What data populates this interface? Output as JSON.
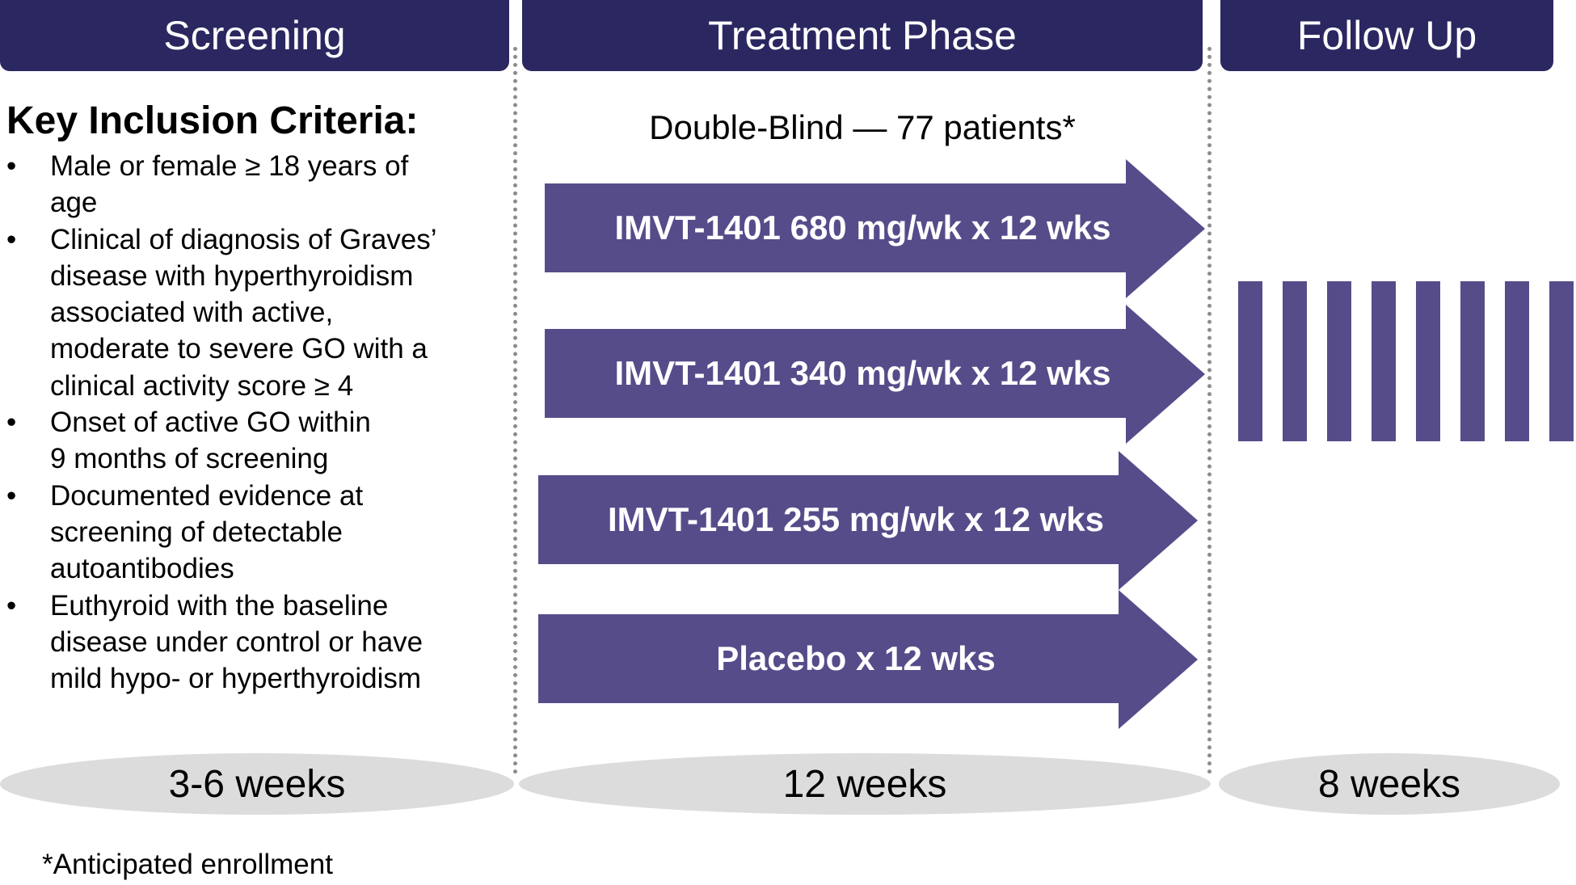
{
  "phases": {
    "screening": "Screening",
    "treatment": "Treatment Phase",
    "follow_up": "Follow Up"
  },
  "criteria": {
    "title": "Key Inclusion Criteria:",
    "bullet": "•",
    "items": [
      [
        "Male or female ≥ 18 years of",
        "age"
      ],
      [
        "Clinical of diagnosis of Graves’",
        "disease with hyperthyroidism",
        "associated with active,",
        "moderate to severe GO with a",
        "clinical activity score ≥ 4"
      ],
      [
        "Onset of active GO within",
        "9 months of screening"
      ],
      [
        "Documented evidence at",
        "screening of detectable",
        "autoantibodies"
      ],
      [
        "Euthyroid with the baseline",
        "disease under control or have",
        "mild hypo- or hyperthyroidism"
      ]
    ]
  },
  "arms": {
    "heading": "Double-Blind —  77 patients*",
    "items": [
      "IMVT-1401 680 mg/wk x 12 wks",
      "IMVT-1401 340 mg/wk x 12 wks",
      "IMVT-1401 255 mg/wk x 12 wks",
      "Placebo x 12 wks"
    ]
  },
  "durations": {
    "screening": "3-6 weeks",
    "treatment": "12 weeks",
    "follow_up": "8 weeks"
  },
  "footnote": "*Anticipated enrollment",
  "colors": {
    "header": "#2b2760",
    "arm": "#564c8a",
    "pill": "#dcdcdc",
    "divider": "#8c8c8c"
  }
}
